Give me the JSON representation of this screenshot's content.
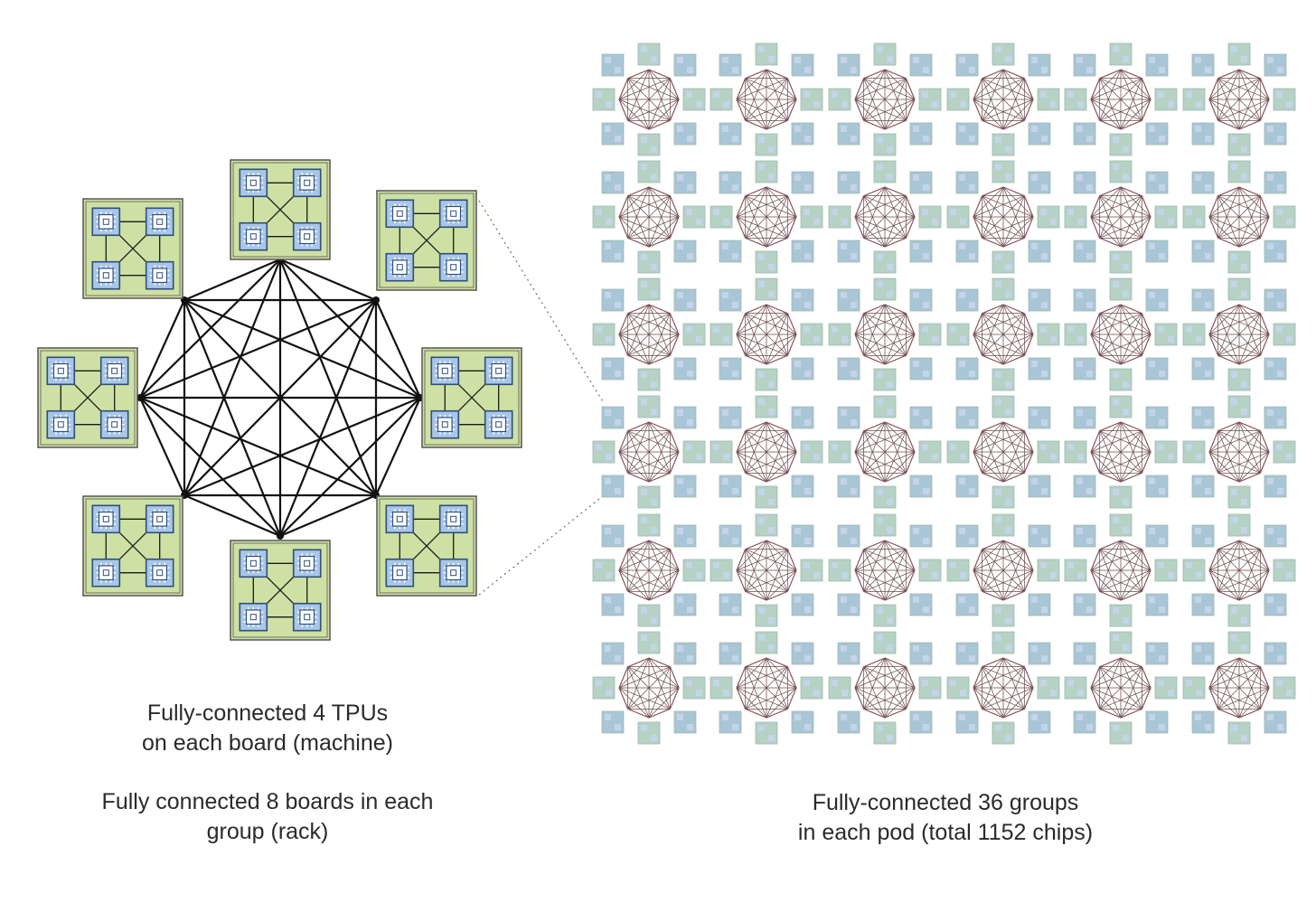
{
  "left_diagram": {
    "board_count": 8,
    "chips_per_board": 4,
    "colors": {
      "board_fill": "#cfe0a4",
      "board_border": "#555555",
      "chip_fill": "#a9c6e8",
      "chip_core": "#ffffff",
      "link": "#111111"
    },
    "caption_board": [
      "Fully-connected 4 TPUs",
      "on each board (machine)"
    ],
    "caption_group": [
      "Fully connected 8 boards in each",
      "group (rack)"
    ]
  },
  "right_diagram": {
    "grid_rows": 6,
    "grid_cols": 6,
    "colors": {
      "board_fill": "#b5d2c4",
      "board_tint": "#a9c6d6",
      "link": "#6a4a4a",
      "ring": "#8a5560"
    },
    "caption": [
      "Fully-connected 36 groups",
      "in each pod (total 1152 chips)"
    ]
  },
  "zoom_connector_color": "#777777"
}
